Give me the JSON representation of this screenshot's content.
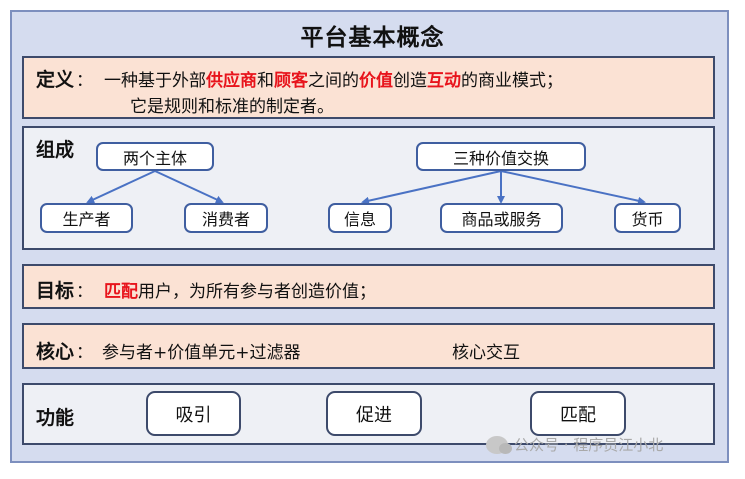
{
  "title": "平台基本概念",
  "definition": {
    "label": "定义",
    "colon": "：",
    "line1": {
      "p1": "一种基于外部",
      "h1": "供应商",
      "p2": "和",
      "h2": "顾客",
      "p3": "之间的",
      "h3": "价值",
      "p4": "创造",
      "h4": "互动",
      "p5": "的商业模式；"
    },
    "line2": "它是规则和标准的制定者。"
  },
  "composition": {
    "label": "组成",
    "entities": {
      "title": "两个主体",
      "items": [
        "生产者",
        "消费者"
      ]
    },
    "exchanges": {
      "title": "三种价值交换",
      "items": [
        "信息",
        "商品或服务",
        "货币"
      ]
    }
  },
  "goal": {
    "label": "目标",
    "colon": "：",
    "highlight": "匹配",
    "text": "用户，为所有参与者创造价值；"
  },
  "core": {
    "label": "核心",
    "colon": "：",
    "left": "参与者+价值单元+过滤器",
    "right": "核心交互"
  },
  "functions": {
    "label": "功能",
    "items": [
      "吸引",
      "促进",
      "匹配"
    ]
  },
  "watermark": "公众号 · 程序员江小北",
  "colors": {
    "frame_bg": "#d5dcef",
    "peach": "#fbe2d4",
    "highlight": "#e8141c",
    "arrow": "#4a72c4"
  },
  "icons": {
    "watermark": "wechat-icon"
  }
}
